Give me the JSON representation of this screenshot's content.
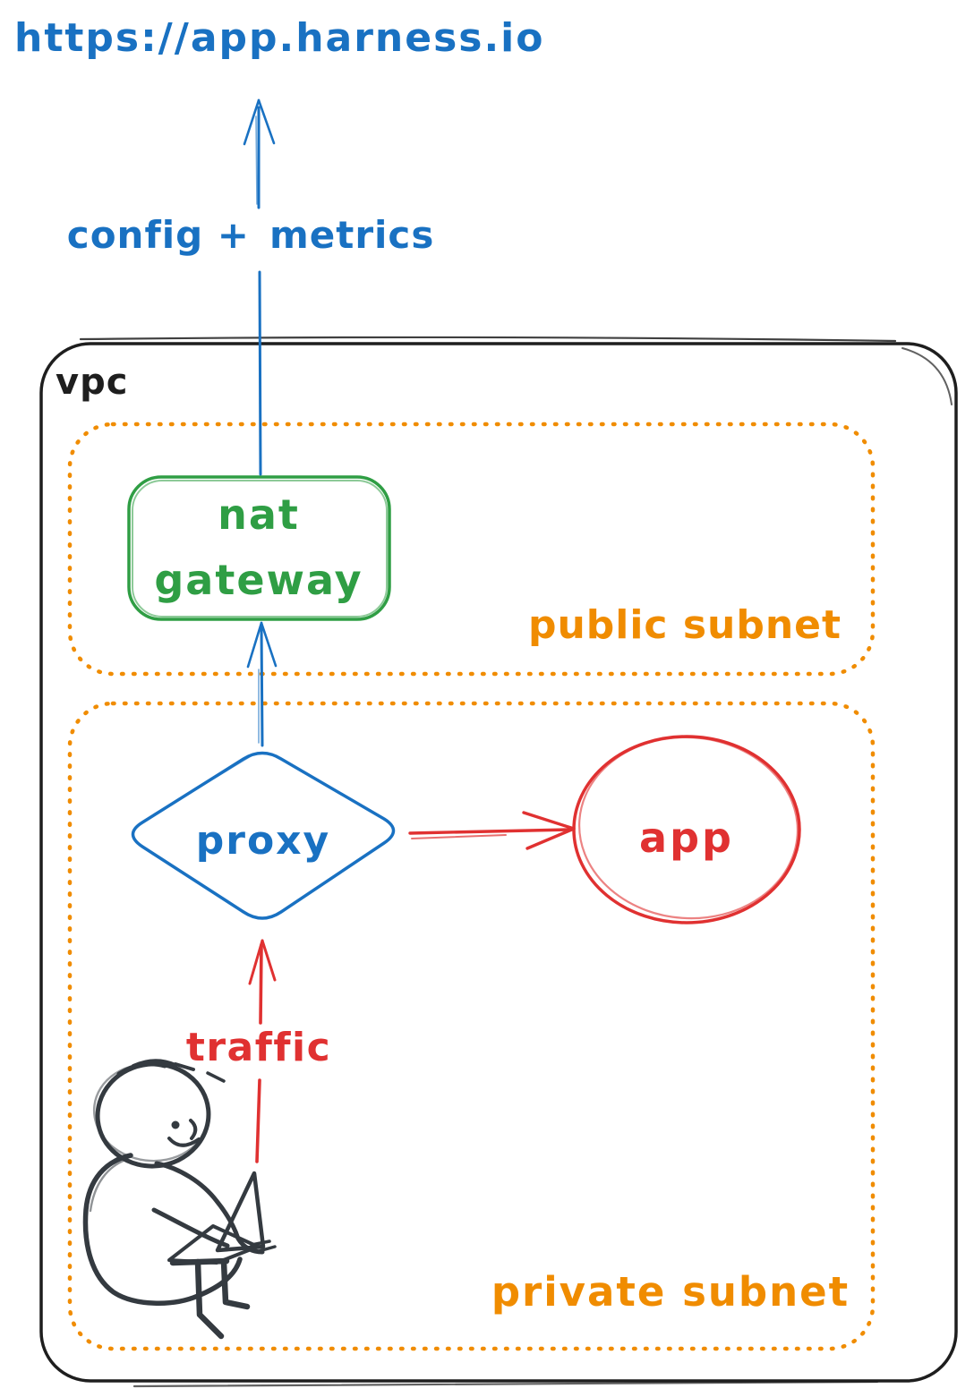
{
  "diagram": {
    "title_url": "https://app.harness.io",
    "labels": {
      "config_metrics_left": "config +",
      "config_metrics_right": "metrics",
      "vpc": "vpc",
      "public_subnet": "public subnet",
      "private_subnet": "private subnet",
      "nat_gateway_line1": "nat",
      "nat_gateway_line2": "gateway",
      "proxy": "proxy",
      "app": "app",
      "traffic": "traffic"
    },
    "colors": {
      "blue": "#1971c2",
      "green": "#2f9e44",
      "red": "#e03131",
      "orange": "#f08c00",
      "ink": "#1e1e1e",
      "person": "#343a40",
      "background": "#ffffff"
    }
  }
}
